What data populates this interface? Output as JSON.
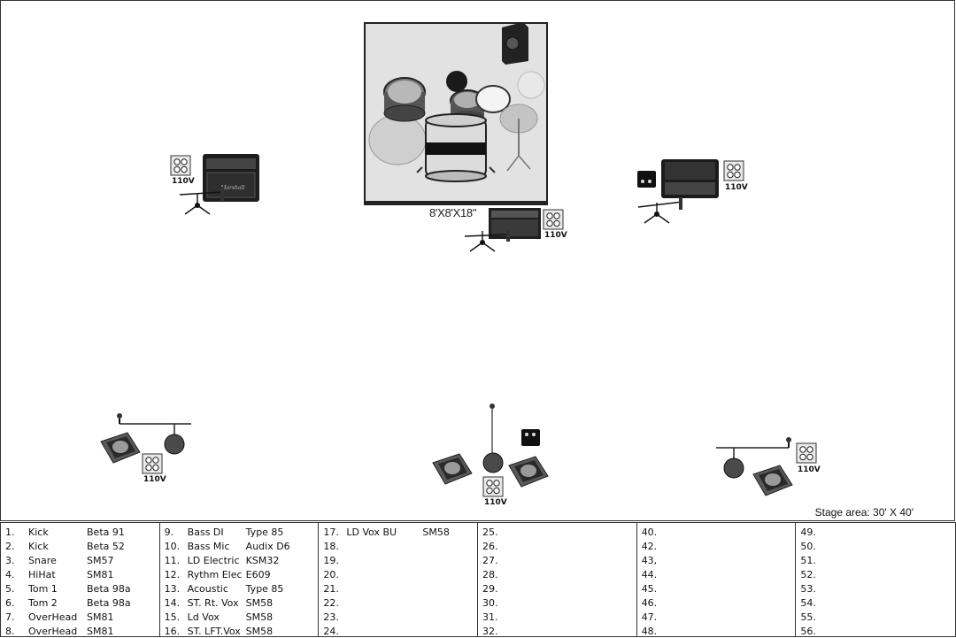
{
  "stage": {
    "riser_label": "8'X8'X18\"",
    "stage_area": "Stage area: 30' X 40'",
    "power_label": "110V"
  },
  "input_list": {
    "columns": [
      [
        {
          "num": "1.",
          "source": "Kick",
          "mic": "Beta 91"
        },
        {
          "num": "2.",
          "source": "Kick",
          "mic": "Beta 52"
        },
        {
          "num": "3.",
          "source": "Snare",
          "mic": "SM57"
        },
        {
          "num": "4.",
          "source": "HiHat",
          "mic": "SM81"
        },
        {
          "num": "5.",
          "source": "Tom 1",
          "mic": "Beta 98a"
        },
        {
          "num": "6.",
          "source": "Tom 2",
          "mic": "Beta 98a"
        },
        {
          "num": "7.",
          "source": "OverHead",
          "mic": "SM81"
        },
        {
          "num": "8.",
          "source": "OverHead",
          "mic": "SM81"
        }
      ],
      [
        {
          "num": "9.",
          "source": "Bass DI",
          "mic": "Type 85"
        },
        {
          "num": "10.",
          "source": "Bass Mic",
          "mic": "Audix D6"
        },
        {
          "num": "11.",
          "source": "LD Electric",
          "mic": "KSM32"
        },
        {
          "num": "12.",
          "source": "Rythm Elec",
          "mic": "E609"
        },
        {
          "num": "13.",
          "source": "Acoustic",
          "mic": "Type 85"
        },
        {
          "num": "14.",
          "source": "ST. Rt. Vox",
          "mic": "SM58"
        },
        {
          "num": "15.",
          "source": "Ld Vox",
          "mic": "SM58"
        },
        {
          "num": "16.",
          "source": "ST. LFT.Vox",
          "mic": "SM58"
        }
      ],
      [
        {
          "num": "17.",
          "source": "LD Vox BU",
          "mic": "SM58"
        },
        {
          "num": "18.",
          "source": "",
          "mic": ""
        },
        {
          "num": "19.",
          "source": "",
          "mic": ""
        },
        {
          "num": "20.",
          "source": "",
          "mic": ""
        },
        {
          "num": "21.",
          "source": "",
          "mic": ""
        },
        {
          "num": "22.",
          "source": "",
          "mic": ""
        },
        {
          "num": "23.",
          "source": "",
          "mic": ""
        },
        {
          "num": "24.",
          "source": "",
          "mic": ""
        }
      ],
      [
        {
          "num": "25.",
          "source": "",
          "mic": ""
        },
        {
          "num": "26.",
          "source": "",
          "mic": ""
        },
        {
          "num": "27.",
          "source": "",
          "mic": ""
        },
        {
          "num": "28.",
          "source": "",
          "mic": ""
        },
        {
          "num": "29.",
          "source": "",
          "mic": ""
        },
        {
          "num": "30.",
          "source": "",
          "mic": ""
        },
        {
          "num": "31.",
          "source": "",
          "mic": ""
        },
        {
          "num": "32.",
          "source": "",
          "mic": ""
        }
      ],
      [
        {
          "num": "40.",
          "source": "",
          "mic": ""
        },
        {
          "num": "42.",
          "source": "",
          "mic": ""
        },
        {
          "num": "43,",
          "source": "",
          "mic": ""
        },
        {
          "num": "44.",
          "source": "",
          "mic": ""
        },
        {
          "num": "45.",
          "source": "",
          "mic": ""
        },
        {
          "num": "46.",
          "source": "",
          "mic": ""
        },
        {
          "num": "47.",
          "source": "",
          "mic": ""
        },
        {
          "num": "48.",
          "source": "",
          "mic": ""
        }
      ],
      [
        {
          "num": "49.",
          "source": "",
          "mic": ""
        },
        {
          "num": "50.",
          "source": "",
          "mic": ""
        },
        {
          "num": "51.",
          "source": "",
          "mic": ""
        },
        {
          "num": "52.",
          "source": "",
          "mic": ""
        },
        {
          "num": "53.",
          "source": "",
          "mic": ""
        },
        {
          "num": "54.",
          "source": "",
          "mic": ""
        },
        {
          "num": "55.",
          "source": "",
          "mic": ""
        },
        {
          "num": "56.",
          "source": "",
          "mic": ""
        }
      ]
    ]
  }
}
